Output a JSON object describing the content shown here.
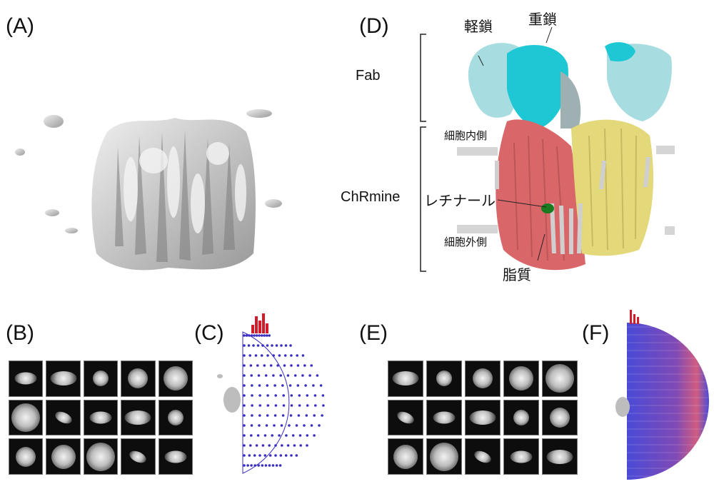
{
  "panels": {
    "A": "(A)",
    "B": "(B)",
    "C": "(C)",
    "D": "(D)",
    "E": "(E)",
    "F": "(F)"
  },
  "labels_D": {
    "light_chain": "軽鎖",
    "heavy_chain": "重鎖",
    "fab": "Fab",
    "intracellular": "細胞内側",
    "chrmine": "ChRmine",
    "retinal": "レチナール",
    "extracellular": "細胞外側",
    "lipid": "脂質"
  },
  "colors": {
    "density_gray": "#c8c8c8",
    "light_chain": "#a7dde0",
    "heavy_chain": "#1ec7d4",
    "chrmine_red": "#d9676a",
    "chrmine_yellow": "#e3d87a",
    "retinal_green": "#1a7a20",
    "sphere_blue": "#3a2fc0",
    "sphere_red": "#d21c2c"
  },
  "class_averages_B": {
    "rows": 3,
    "cols": 5
  },
  "class_averages_E": {
    "rows": 3,
    "cols": 5
  }
}
